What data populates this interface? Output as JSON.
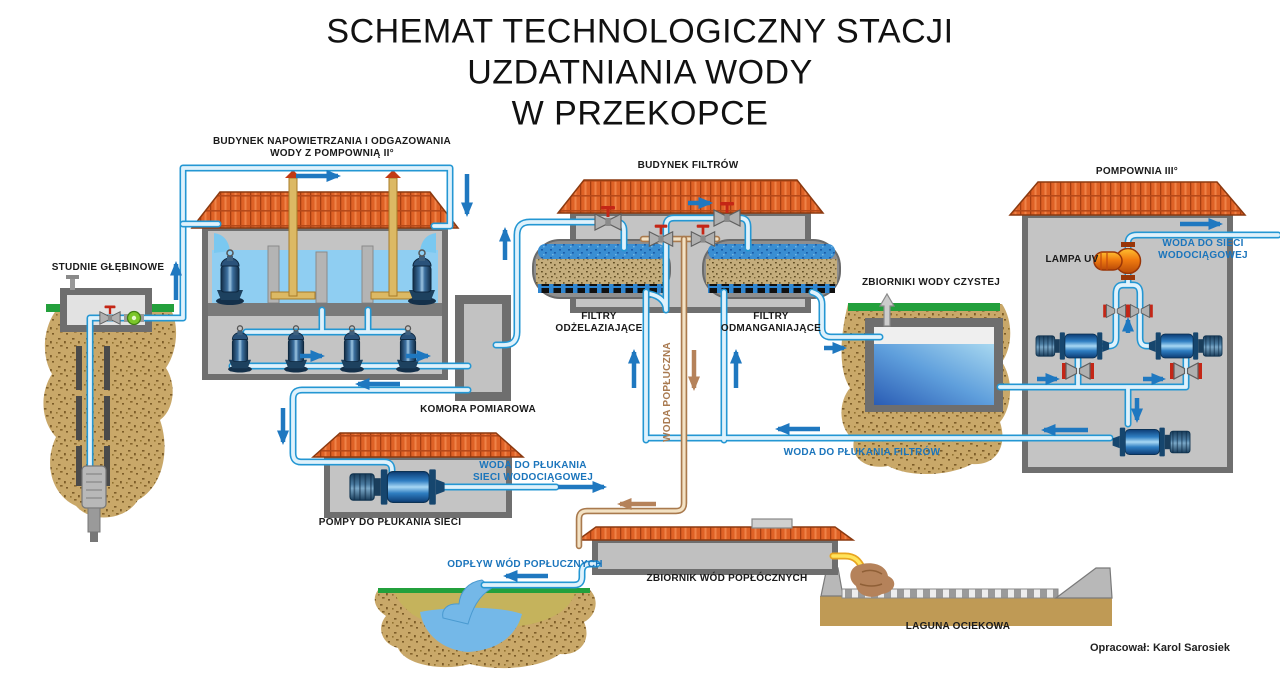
{
  "title": "SCHEMAT TECHNOLOGICZNY STACJI UZDATNIANIA WODY\nW PRZEKOPCE",
  "credit": "Opracował: Karol Sarosiek",
  "labels": {
    "deep_wells": "STUDNIE GŁĘBINOWE",
    "aeration_building": "BUDYNEK NAPOWIETRZANIA I ODGAZOWANIA\nWODY Z POMPOWNIĄ II°",
    "filter_building": "BUDYNEK FILTRÓW",
    "pump_station_3": "POMPOWNIA III°",
    "iron_removal_filters": "FILTRY\nODŻELAZIAJĄCE",
    "manganese_removal_filters": "FILTRY\nODMANGANIAJĄCE",
    "clean_water_tanks": "ZBIORNIKI WODY CZYSTEJ",
    "uv_lamp": "LAMPA UV",
    "water_to_supply_network": "WODA DO SIECI\nWODOCIĄGOWEJ",
    "measuring_chamber": "KOMORA POMIAROWA",
    "network_flushing_water": "WODA DO PŁUKANIA\nSIECI WODOCIĄGOWEJ",
    "network_flushing_pumps": "POMPY DO PŁUKANIA SIECI",
    "backwash_water": "WODA POPŁUCZNA",
    "filter_backwash_water": "WODA DO PŁUKANIA FILTRÓW",
    "backwash_outflow": "ODPŁYW WÓD POPŁUCZNYCH",
    "backwash_tank": "ZBIORNIK WÓD POPŁÓCZNYCH",
    "drip_lagoon": "LAGUNA OCIEKOWA"
  },
  "colors": {
    "water_pipe": "#2497d3",
    "backwash_pipe": "#a97a4e",
    "arrow_blue": "#1f78c0",
    "arrow_brown": "#b5825a",
    "label_blue": "#1b75bc",
    "label_brown": "#a97a50",
    "roof_tile": "#df6226",
    "wall_gray": "#c4c4c4",
    "soil_tan": "#c9a869",
    "clean_water": "#4da2e0",
    "grass_green": "#23a03c",
    "uv_orange": "#f07b10",
    "sludge_pipe_yellow": "#ffe45c"
  }
}
